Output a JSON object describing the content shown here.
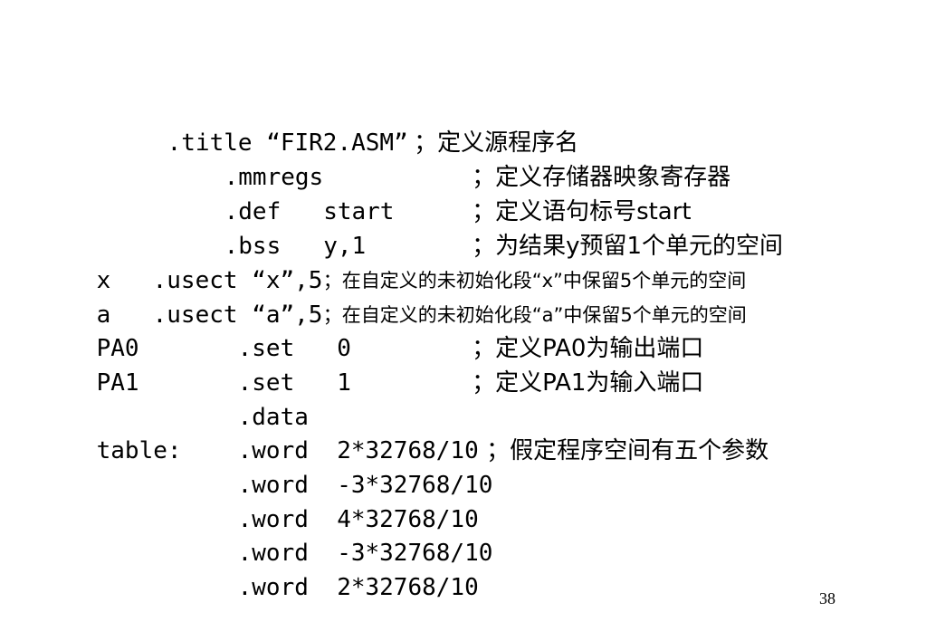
{
  "slide": {
    "lines": [
      {
        "label": "",
        "code": ".title “FIR2.ASM”",
        "comment": "；定义源程序名"
      },
      {
        "label": "",
        "code": ".mmregs",
        "comment": "；定义存储器映象寄存器"
      },
      {
        "label": "",
        "code": ".def   start",
        "comment": "；定义语句标号start"
      },
      {
        "label": "",
        "code": ".bss   y,1",
        "comment": "；为结果y预留1个单元的空间"
      },
      {
        "label": "x",
        "code": ".usect “x”,5",
        "comment": "；在自定义的未初始化段“x”中保留5个单元的空间"
      },
      {
        "label": "a",
        "code": ".usect “a”,5",
        "comment": "；在自定义的未初始化段“a”中保留5个单元的空间"
      },
      {
        "label": "PA0",
        "code": ".set   0",
        "comment": "；定义PA0为输出端口"
      },
      {
        "label": "PA1",
        "code": ".set   1",
        "comment": "；定义PA1为输入端口"
      },
      {
        "label": "",
        "code": ".data",
        "comment": ""
      },
      {
        "label": "table:",
        "code": ".word  2*32768/10",
        "comment": "；假定程序空间有五个参数"
      },
      {
        "label": "",
        "code": ".word  -3*32768/10",
        "comment": ""
      },
      {
        "label": "",
        "code": ".word  4*32768/10",
        "comment": ""
      },
      {
        "label": "",
        "code": ".word  -3*32768/10",
        "comment": ""
      },
      {
        "label": "",
        "code": ".word  2*32768/10",
        "comment": ""
      }
    ],
    "page_number": "38"
  }
}
